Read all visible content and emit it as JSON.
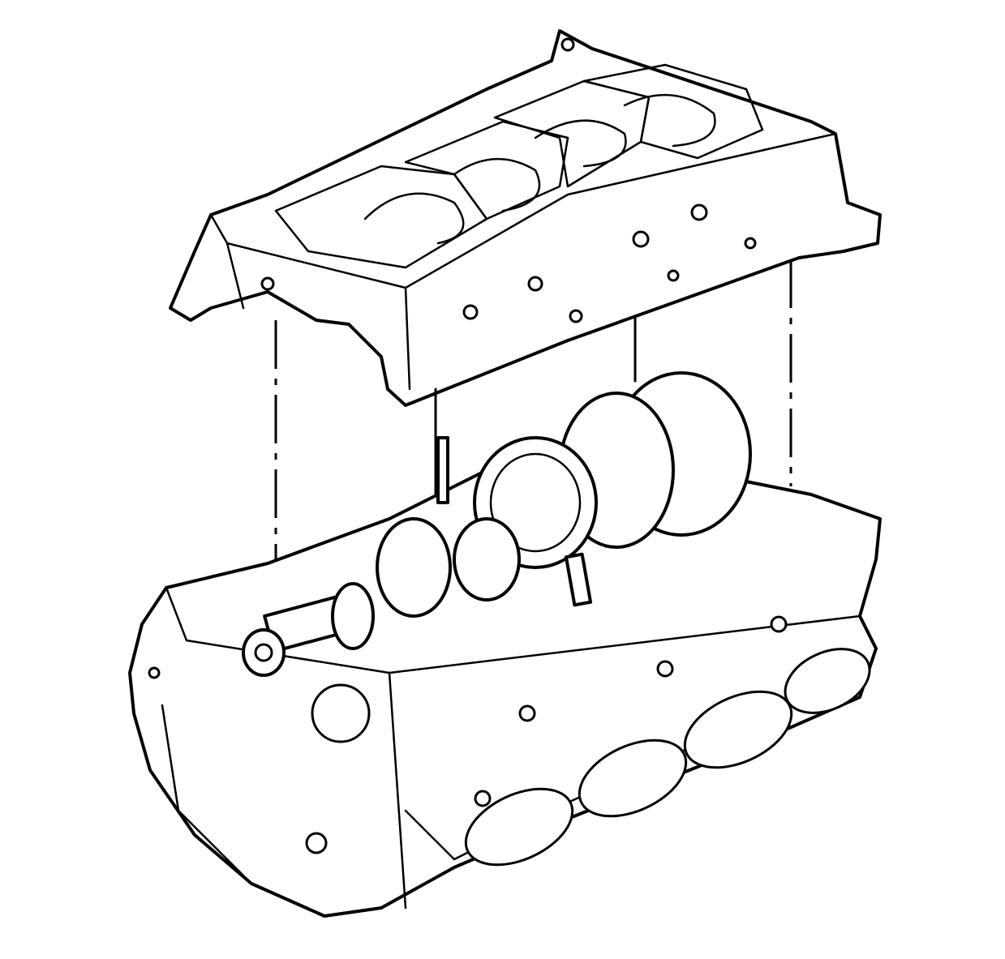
{
  "diagram": {
    "line_color": "#000000",
    "background_color": "#ffffff",
    "components": [
      "crankcase-bedplate",
      "engine-block",
      "crankshaft"
    ]
  }
}
